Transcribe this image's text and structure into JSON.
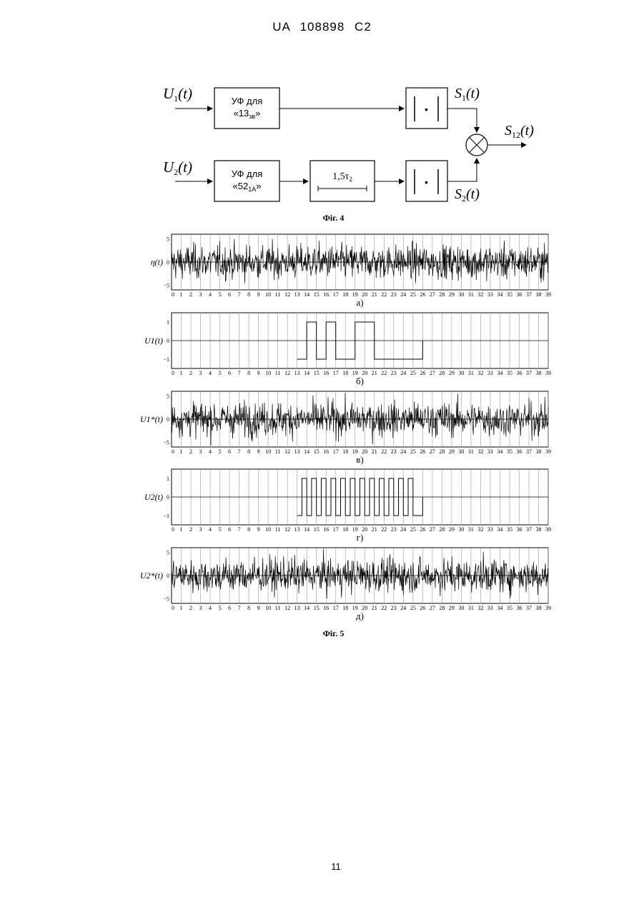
{
  "header": "UA 108898 C2",
  "page_number": "11",
  "fig4": {
    "caption": "Фіг. 4",
    "input1": {
      "base": "U",
      "sub": "1",
      "arg": "(t)"
    },
    "input2": {
      "base": "U",
      "sub": "2",
      "arg": "(t)"
    },
    "filter1": {
      "line1": "УФ для",
      "line2_pre": "«13",
      "line2_sub": "зв",
      "line2_post": "»"
    },
    "filter2": {
      "line1": "УФ для",
      "line2_pre": "«52",
      "line2_sub": "1А",
      "line2_post": "»"
    },
    "delay": {
      "pre": "1,5τ",
      "sub": "2"
    },
    "abs_block_symbol": "•",
    "out1": {
      "base": "S",
      "sub": "1",
      "arg": "(t)"
    },
    "out2": {
      "base": "S",
      "sub": "2",
      "arg": "(t)"
    },
    "out12": {
      "base": "S",
      "sub": "12",
      "arg": "(t)"
    }
  },
  "fig5": {
    "caption": "Фіг. 5",
    "x_ticks": [
      "0",
      "1",
      "2",
      "3",
      "4",
      "5",
      "6",
      "7",
      "8",
      "9",
      "10",
      "11",
      "12",
      "13",
      "14",
      "15",
      "16",
      "17",
      "18",
      "19",
      "20",
      "21",
      "22",
      "23",
      "24",
      "25",
      "26",
      "27",
      "28",
      "29",
      "30",
      "31",
      "32",
      "33",
      "34",
      "35",
      "36",
      "37",
      "38",
      "39"
    ]
  },
  "chart_data": [
    {
      "type": "line",
      "subplot_label": "а)",
      "ylabel": "η(t)",
      "y_ticks": [
        "5",
        "0",
        "−5"
      ],
      "ylim": [
        -6,
        6
      ],
      "xlim": [
        0,
        39
      ],
      "series": [
        {
          "kind": "noise",
          "description_values": {
            "mean": 0,
            "std": 1.8,
            "peak": 5
          }
        }
      ]
    },
    {
      "type": "line",
      "subplot_label": "б)",
      "ylabel": "U1(t)",
      "y_ticks": [
        "1",
        "0",
        "−1"
      ],
      "ylim": [
        -1.5,
        1.5
      ],
      "xlim": [
        0,
        39
      ],
      "series": [
        {
          "kind": "step",
          "x": [
            13,
            14,
            15,
            16,
            17,
            19,
            21,
            26
          ],
          "y": [
            -1,
            1,
            -1,
            1,
            -1,
            1,
            -1,
            0
          ]
        }
      ]
    },
    {
      "type": "line",
      "subplot_label": "в)",
      "ylabel": "U1*(t)",
      "y_ticks": [
        "5",
        "0",
        "−5"
      ],
      "ylim": [
        -6,
        6
      ],
      "xlim": [
        0,
        39
      ],
      "series": [
        {
          "kind": "noise",
          "description_values": {
            "mean": 0,
            "std": 1.8,
            "peak": 5
          }
        }
      ]
    },
    {
      "type": "line",
      "subplot_label": "г)",
      "ylabel": "U2(t)",
      "y_ticks": [
        "1",
        "0",
        "−1"
      ],
      "ylim": [
        -1.5,
        1.5
      ],
      "xlim": [
        0,
        39
      ],
      "series": [
        {
          "kind": "step",
          "x": [
            13,
            13.5,
            14,
            14.5,
            15,
            15.5,
            16,
            16.5,
            17,
            17.5,
            18,
            18.5,
            19,
            19.5,
            20,
            20.5,
            21,
            21.5,
            22,
            22.5,
            23,
            23.5,
            24,
            24.5,
            25,
            26
          ],
          "y": [
            -1,
            1,
            -1,
            1,
            -1,
            1,
            -1,
            1,
            -1,
            1,
            -1,
            1,
            -1,
            1,
            -1,
            1,
            -1,
            1,
            -1,
            1,
            -1,
            1,
            -1,
            1,
            -1,
            0
          ]
        }
      ]
    },
    {
      "type": "line",
      "subplot_label": "д)",
      "ylabel": "U2*(t)",
      "y_ticks": [
        "5",
        "0",
        "−5"
      ],
      "ylim": [
        -6,
        6
      ],
      "xlim": [
        0,
        39
      ],
      "series": [
        {
          "kind": "noise",
          "description_values": {
            "mean": 0,
            "std": 1.8,
            "peak": 5
          }
        }
      ]
    }
  ]
}
